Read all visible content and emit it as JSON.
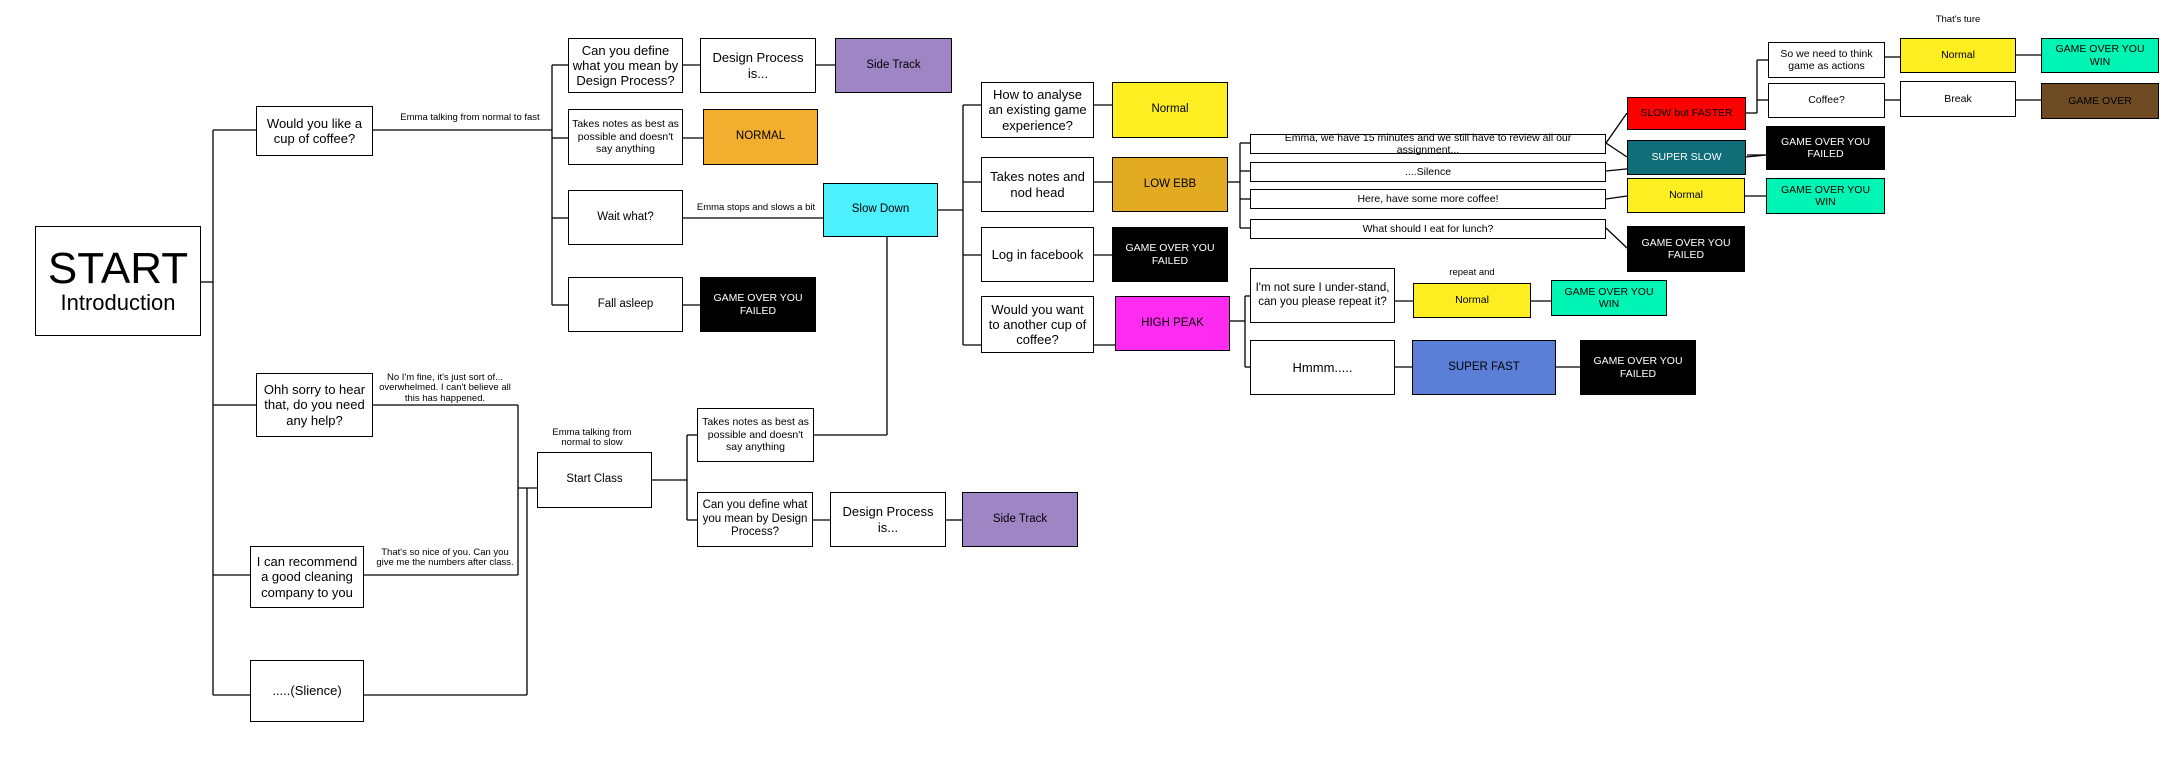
{
  "nodes": {
    "start_title": "START",
    "start_sub": "Introduction",
    "coffee_q": "Would you like a cup of coffee?",
    "ohh_sorry": "Ohh sorry to hear that, do you need any help?",
    "recommend": "I can recommend a good cleaning company to you",
    "silence": ".....(Slience)",
    "define_dp_1": "Can you define what you mean by Design Process?",
    "dp_is_1": "Design Process is...",
    "side_track_1": "Side Track",
    "takes_notes_1": "Takes notes as best as possible and doesn't say anything",
    "normal_orange": "NORMAL",
    "wait_what": "Wait what?",
    "slow_down": "Slow Down",
    "fall_asleep": "Fall asleep",
    "go_failed_1": "GAME OVER YOU FAILED",
    "start_class": "Start Class",
    "takes_notes_2": "Takes notes as best as possible and doesn't say anything",
    "define_dp_2": "Can you define what you mean by Design Process?",
    "dp_is_2": "Design Process is...",
    "side_track_2": "Side Track",
    "analyse": "How to analyse an existing game experience?",
    "normal_1": "Normal",
    "nod_head": "Takes notes and nod head",
    "low_ebb": "LOW EBB",
    "facebook": "Log in facebook",
    "go_failed_2": "GAME OVER YOU FAILED",
    "another_cup": "Would you want to another cup of coffee?",
    "high_peak": "HIGH PEAK",
    "emma_15": "Emma, we have 15 minutes and we still have to review all our assignment...",
    "silence_2": "....Silence",
    "more_coffee": "Here, have some more coffee!",
    "lunch": "What should I eat for lunch?",
    "not_sure": "I'm not sure I under-stand, can you please repeat it?",
    "hmmm": "Hmmm.....",
    "slow_faster": "SLOW but FASTER",
    "super_slow": "SUPER SLOW",
    "go_failed_3": "GAME OVER YOU FAILED",
    "normal_2": "Normal",
    "go_win_1": "GAME OVER YOU WIN",
    "go_failed_4": "GAME OVER YOU FAILED",
    "normal_3": "Normal",
    "go_win_2": "GAME OVER YOU WIN",
    "super_fast": "SUPER FAST",
    "go_failed_5": "GAME OVER YOU FAILED",
    "think_actions": "So we need to think game as actions",
    "normal_4": "Normal",
    "go_win_3": "GAME OVER YOU WIN",
    "coffee_short": "Coffee?",
    "break_node": "Break",
    "go_brown": "GAME OVER"
  },
  "labels": {
    "normal_to_fast": "Emma talking from normal to fast",
    "stops_slows": "Emma stops and slows a bit",
    "im_fine": "No I'm fine, it's just sort of... overwhelmed. I can't believe all this has happened.",
    "normal_to_slow": "Emma talking from normal to slow",
    "so_nice": "That's so nice of you. Can you give me the numbers after class.",
    "repeat_and": "repeat and",
    "thats_ture": "That's ture"
  },
  "colors": {
    "side_track": "#a085c4",
    "normal_orange": "#f2ae2e",
    "slow_down": "#4df0ff",
    "game_over_black": "#000000",
    "normal_yellow": "#fcee21",
    "low_ebb": "#e3aa24",
    "high_peak": "#ff2bf0",
    "slow_faster": "#ff0000",
    "super_slow": "#0f6e78",
    "game_over_win": "#00f5b5",
    "super_fast": "#5b7fd6",
    "game_over_brown": "#6e4b22"
  }
}
